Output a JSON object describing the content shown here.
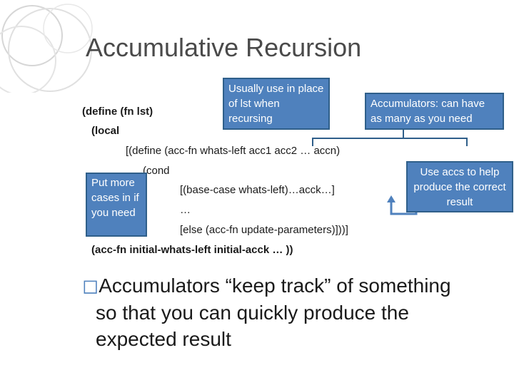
{
  "slide": {
    "title": "Accumulative Recursion",
    "code": {
      "line1": "(define (fn lst)",
      "line2": "(local",
      "line3": "[(define (acc-fn whats-left acc1 acc2 … accn)",
      "line4": "(cond",
      "line5": "[(base-case whats-left)…acck…]",
      "line6": "…",
      "line7": "[else (acc-fn update-parameters)]))]",
      "line8": "(acc-fn initial-whats-left initial-acck … ))"
    },
    "callouts": {
      "lst": "Usually use in place of lst when recursing",
      "accumulators": "Accumulators: can have as many as you need",
      "cases": "Put more cases in if you need",
      "produce": "Use accs to help produce the correct result"
    },
    "bullet": {
      "marker": "◻",
      "line1": "Accumulators “keep track” of something",
      "line2": "so that you can quickly produce the",
      "line3": "expected result"
    }
  }
}
